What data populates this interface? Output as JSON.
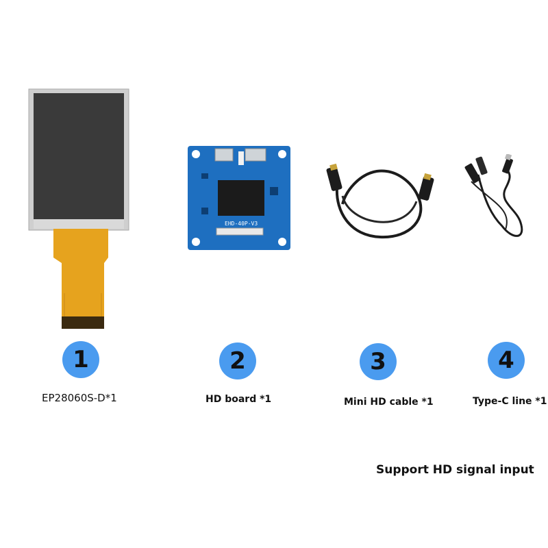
{
  "items": [
    {
      "number": "1",
      "label": "EP28060S-D*1"
    },
    {
      "number": "2",
      "label": "HD board *1"
    },
    {
      "number": "3",
      "label": "Mini HD cable *1"
    },
    {
      "number": "4",
      "label": "Type-C line *1"
    }
  ],
  "board_text": "EHD-40P-V3",
  "caption": "Support HD signal input",
  "colors": {
    "badge": "#4a9bef",
    "pcb": "#1e6fc0",
    "fpc": "#e6a31e"
  }
}
